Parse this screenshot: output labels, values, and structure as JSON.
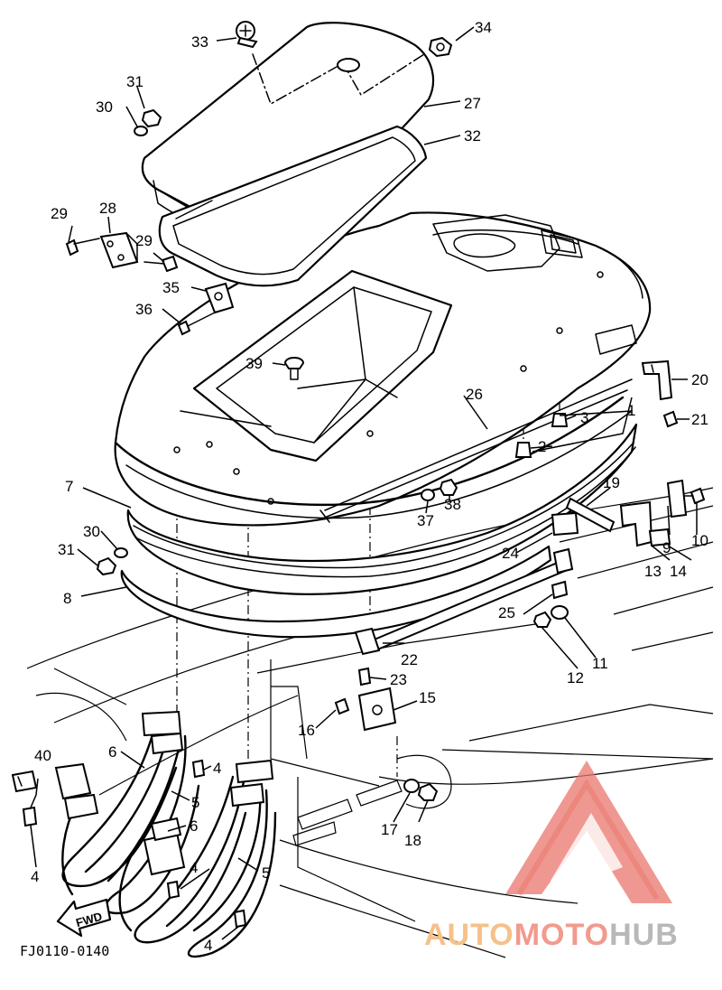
{
  "diagram_code": "FJ0110-0140",
  "fwd_label": "FWD",
  "watermark": {
    "text_1": "AUTO",
    "text_2": "MOTO",
    "text_3": "HUB",
    "color_1": "#f5c18a",
    "color_2": "#f29a8e",
    "color_3": "#b8b8b8",
    "triangle_color": "#e9756c"
  },
  "callouts": [
    "1",
    "2",
    "3",
    "4",
    "4",
    "4",
    "4",
    "4",
    "5",
    "5",
    "6",
    "6",
    "7",
    "8",
    "9",
    "10",
    "11",
    "12",
    "13",
    "14",
    "15",
    "16",
    "17",
    "18",
    "19",
    "20",
    "21",
    "22",
    "23",
    "24",
    "25",
    "26",
    "27",
    "28",
    "29",
    "29",
    "30",
    "30",
    "31",
    "31",
    "32",
    "33",
    "34",
    "35",
    "36",
    "37",
    "38",
    "39",
    "40"
  ]
}
